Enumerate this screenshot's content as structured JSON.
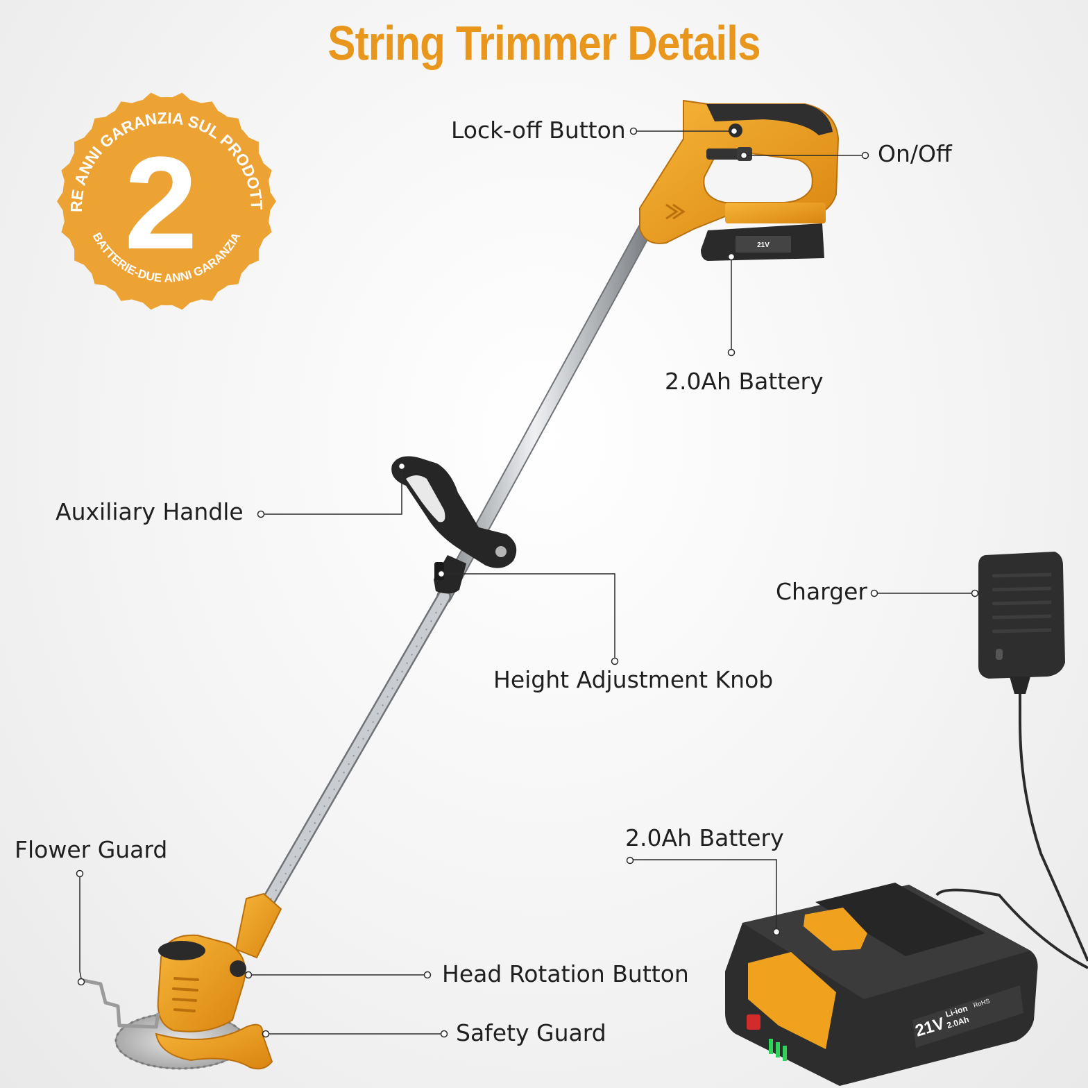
{
  "page": {
    "title": "String Trimmer Details"
  },
  "badge": {
    "number": "2",
    "top_text": "TRE ANNI GARANZIA SUL PRODOTTO",
    "bottom_text": "BATTERIE-DUE ANNI GARANZIA"
  },
  "callouts": {
    "lock_off": "Lock-off Button",
    "on_off": "On/Off",
    "battery_attached": "2.0Ah Battery",
    "aux_handle": "Auxiliary Handle",
    "charger": "Charger",
    "height_knob": "Height Adjustment Knob",
    "battery_pack": "2.0Ah Battery",
    "flower_guard": "Flower Guard",
    "head_rotation": "Head Rotation Button",
    "safety_guard": "Safety Guard"
  },
  "battery_label": {
    "voltage": "21V",
    "chemistry": "Li-ion",
    "capacity": "2.0Ah",
    "rohs": "RoHS"
  },
  "colors": {
    "accent": "#e8961c",
    "tool_orange": "#f0a21e",
    "tool_dark": "#2a2a2a",
    "badge": "#eda234",
    "shaft": "#b8bcc0",
    "text": "#1f1f1f"
  }
}
